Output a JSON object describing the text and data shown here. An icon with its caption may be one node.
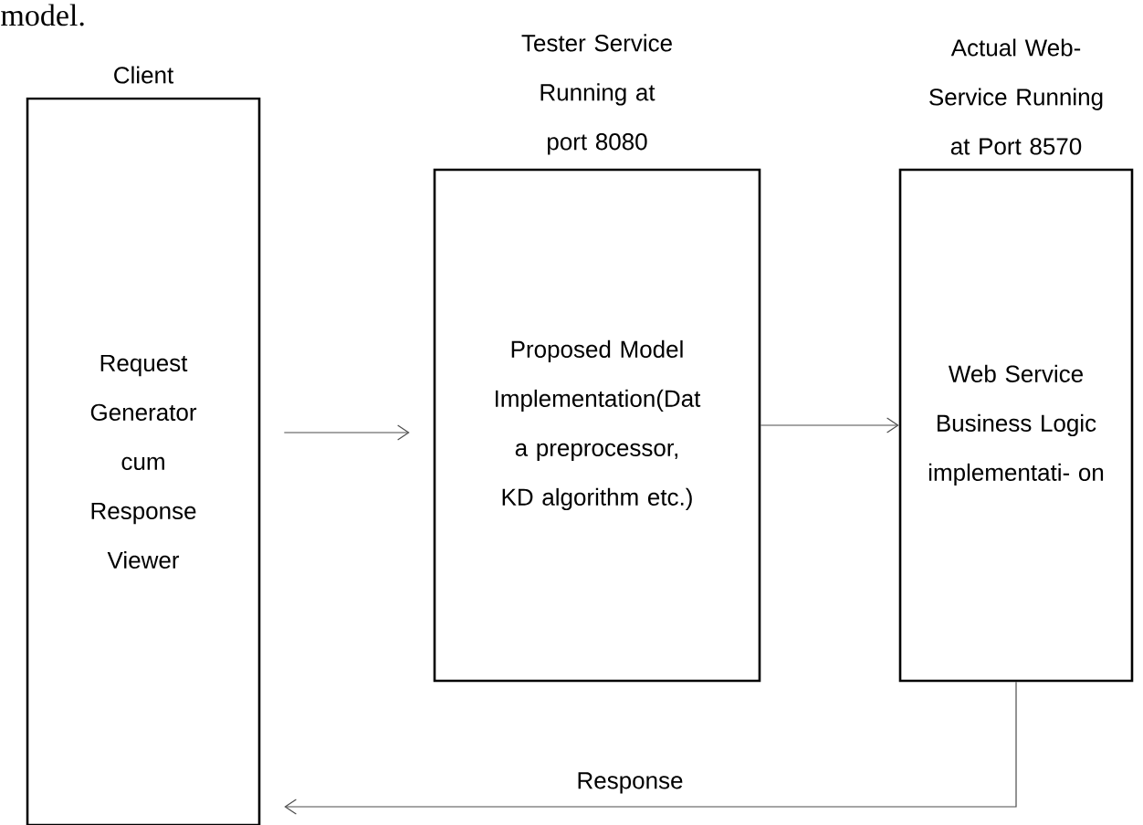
{
  "diagram": {
    "nodes": [
      {
        "text": [
          "Client",
          "Request Generator cum Response Viewer"
        ]
      },
      {
        "text": [
          "Tester Service Running at port 8080",
          "Proposed Model Implementation(Dat a preprocessor, KD algorithm etc.)"
        ]
      },
      {
        "text": [
          "Actual Web- Service Running at Port 8570",
          "Web Service Business Logic implementati- on"
        ]
      }
    ],
    "edges": [
      {
        "from": 0,
        "to": 1,
        "arrow": "to"
      },
      {
        "from": 1,
        "to": 2,
        "arrow": "to"
      },
      {
        "from": 2,
        "to": 0,
        "arrow": "to",
        "label": "Response"
      }
    ],
    "labels": [
      "model."
    ]
  }
}
